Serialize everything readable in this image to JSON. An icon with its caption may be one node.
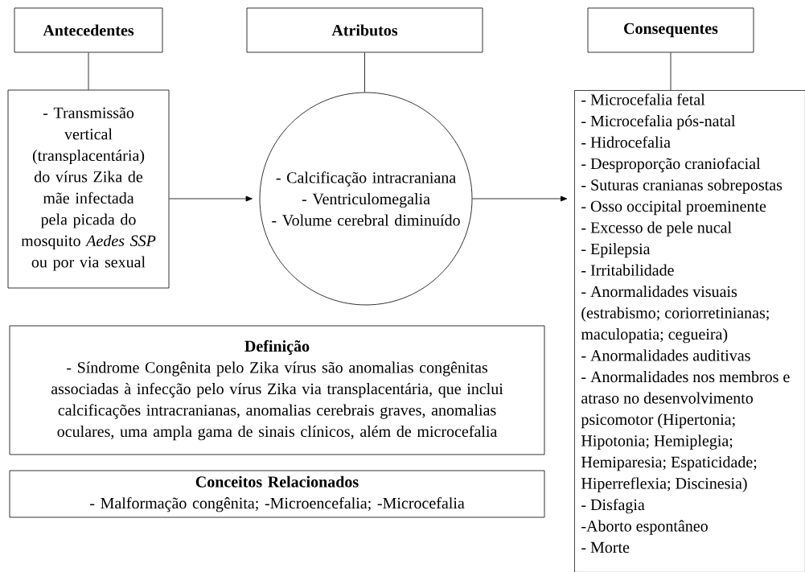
{
  "diagram": {
    "nodes": [
      {
        "text": [
          "Antecedentes"
        ]
      },
      {
        "text": [
          "- Transmissão vertical (transplacentária) do vírus Zika de mãe infectada pela picada do mosquito *Aedes SSP* ou por via sexual"
        ]
      },
      {
        "text": [
          "Atributos"
        ]
      },
      {
        "text": [
          "- Calcificação intracraniana",
          "- Ventriculomegalia",
          "- Volume cerebral diminuído"
        ]
      },
      {
        "text": [
          "Consequentes"
        ]
      },
      {
        "text": [
          "- Microcefalia fetal",
          "- Microcefalia pós-natal",
          "- Hidrocefalia",
          "- Desproporção craniofacial",
          "- Suturas cranianas sobrepostas",
          "- Osso occipital proeminente",
          "- Excesso de pele nucal",
          "- Epilepsia",
          "- Irritabilidade",
          "- Anormalidades visuais (estrabismo; coriorretinianas; maculopatia; cegueira)",
          "- Anormalidades auditivas",
          "- Anormalidades nos membros e atraso no desenvolvimento psicomotor (Hipertonia; Hipotonia; Hemiplegia; Hemiparesia; Espaticidade; Hiperreflexia; Discinesia)",
          "- Disfagia",
          "-Aborto espontâneo",
          "- Morte"
        ]
      },
      {
        "text": [
          "Definição",
          "- Síndrome Congênita pelo Zika vírus são anomalias congênitas associadas à infecção pelo vírus Zika via transplacentária, que inclui calcificações intracranianas, anomalias cerebrais graves, anomalias oculares, uma ampla gama de sinais clínicos, além de microcefalia"
        ]
      },
      {
        "text": [
          "Conceitos Relacionados",
          "- Malformação congênita; -Microencefalia; -Microcefalia"
        ]
      }
    ],
    "edges": [
      {
        "from": 0,
        "to": 1,
        "arrow": "none"
      },
      {
        "from": 2,
        "to": 3,
        "arrow": "none"
      },
      {
        "from": 4,
        "to": 5,
        "arrow": "none"
      },
      {
        "from": 1,
        "to": 3,
        "arrow": "to"
      },
      {
        "from": 3,
        "to": 5,
        "arrow": "to"
      }
    ]
  }
}
